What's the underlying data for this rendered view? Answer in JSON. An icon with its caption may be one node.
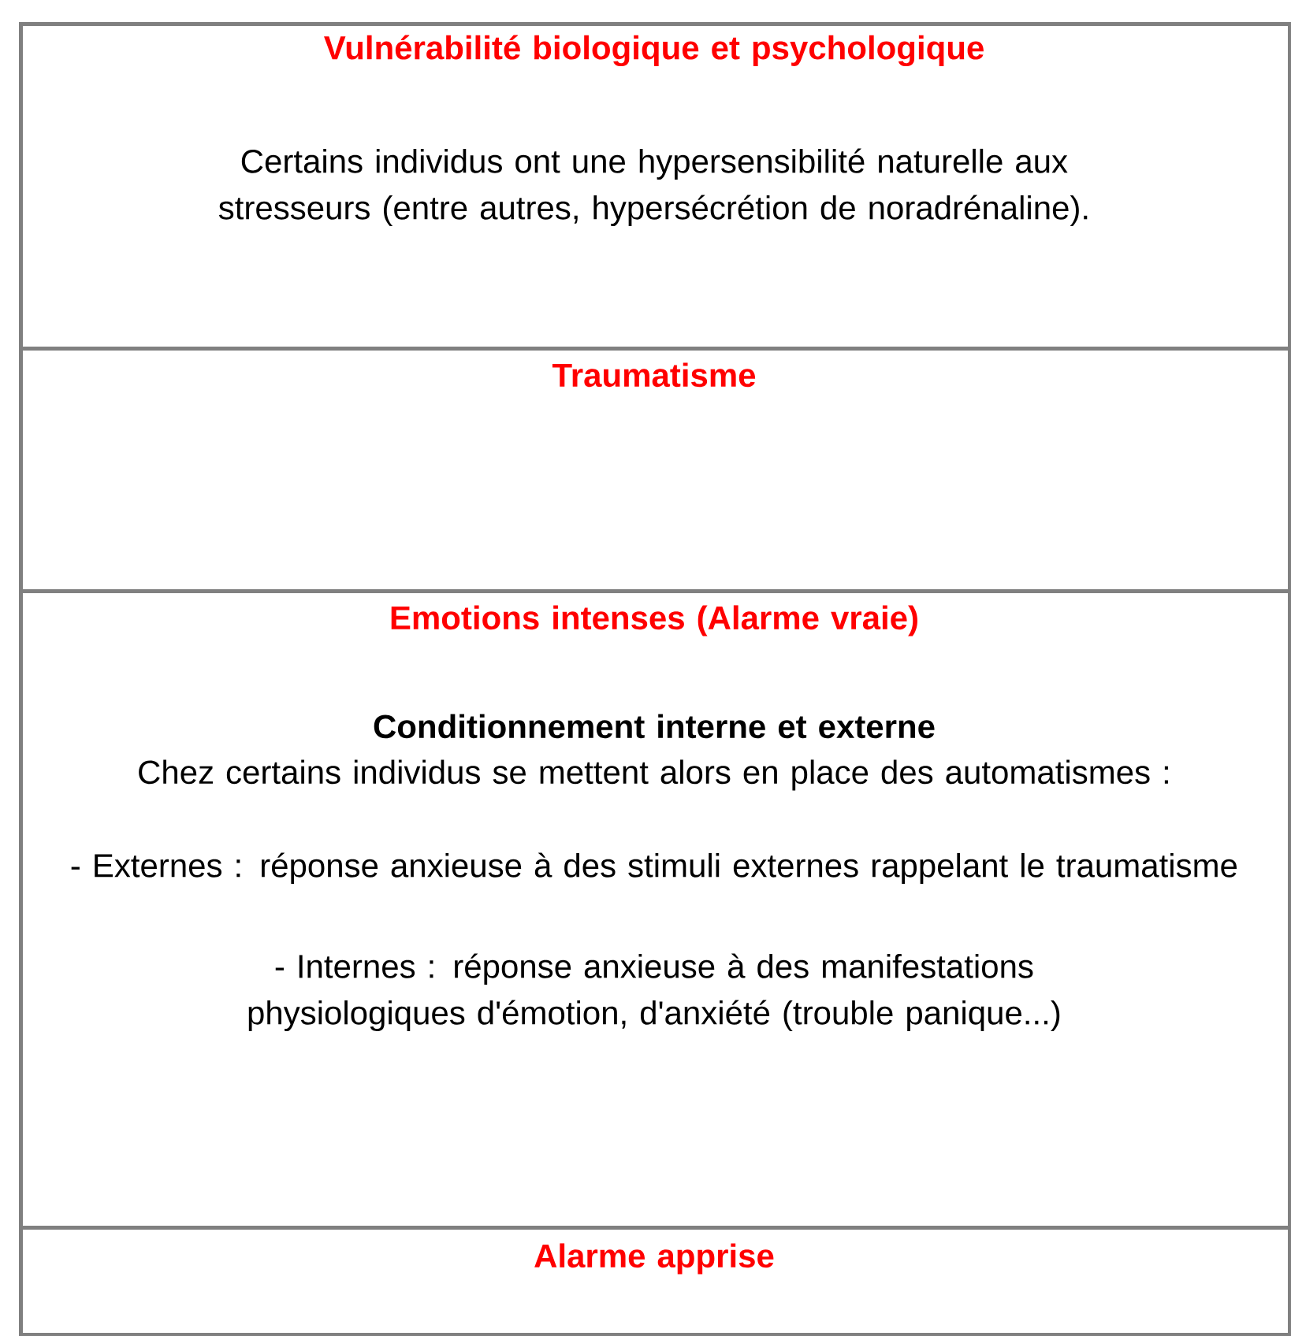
{
  "diagram": {
    "nodes": [
      {
        "text": [
          "Vulnérabilité biologique et psychologique",
          "Certains individus ont une hypersensibilité naturelle aux stresseurs (entre autres, hypersécrétion de noradrénaline)."
        ]
      },
      {
        "text": [
          "Traumatisme"
        ]
      },
      {
        "text": [
          "Emotions intenses (Alarme vraie)",
          "Conditionnement interne et externe",
          "Chez certains individus se mettent alors en place des automatismes :",
          "- Externes : réponse anxieuse à des stimuli externes rappelant le traumatisme",
          "- Internes : réponse anxieuse à des manifestations physiologiques d'émotion, d'anxiété (trouble panique...)"
        ]
      },
      {
        "text": [
          "Alarme apprise"
        ]
      }
    ]
  }
}
